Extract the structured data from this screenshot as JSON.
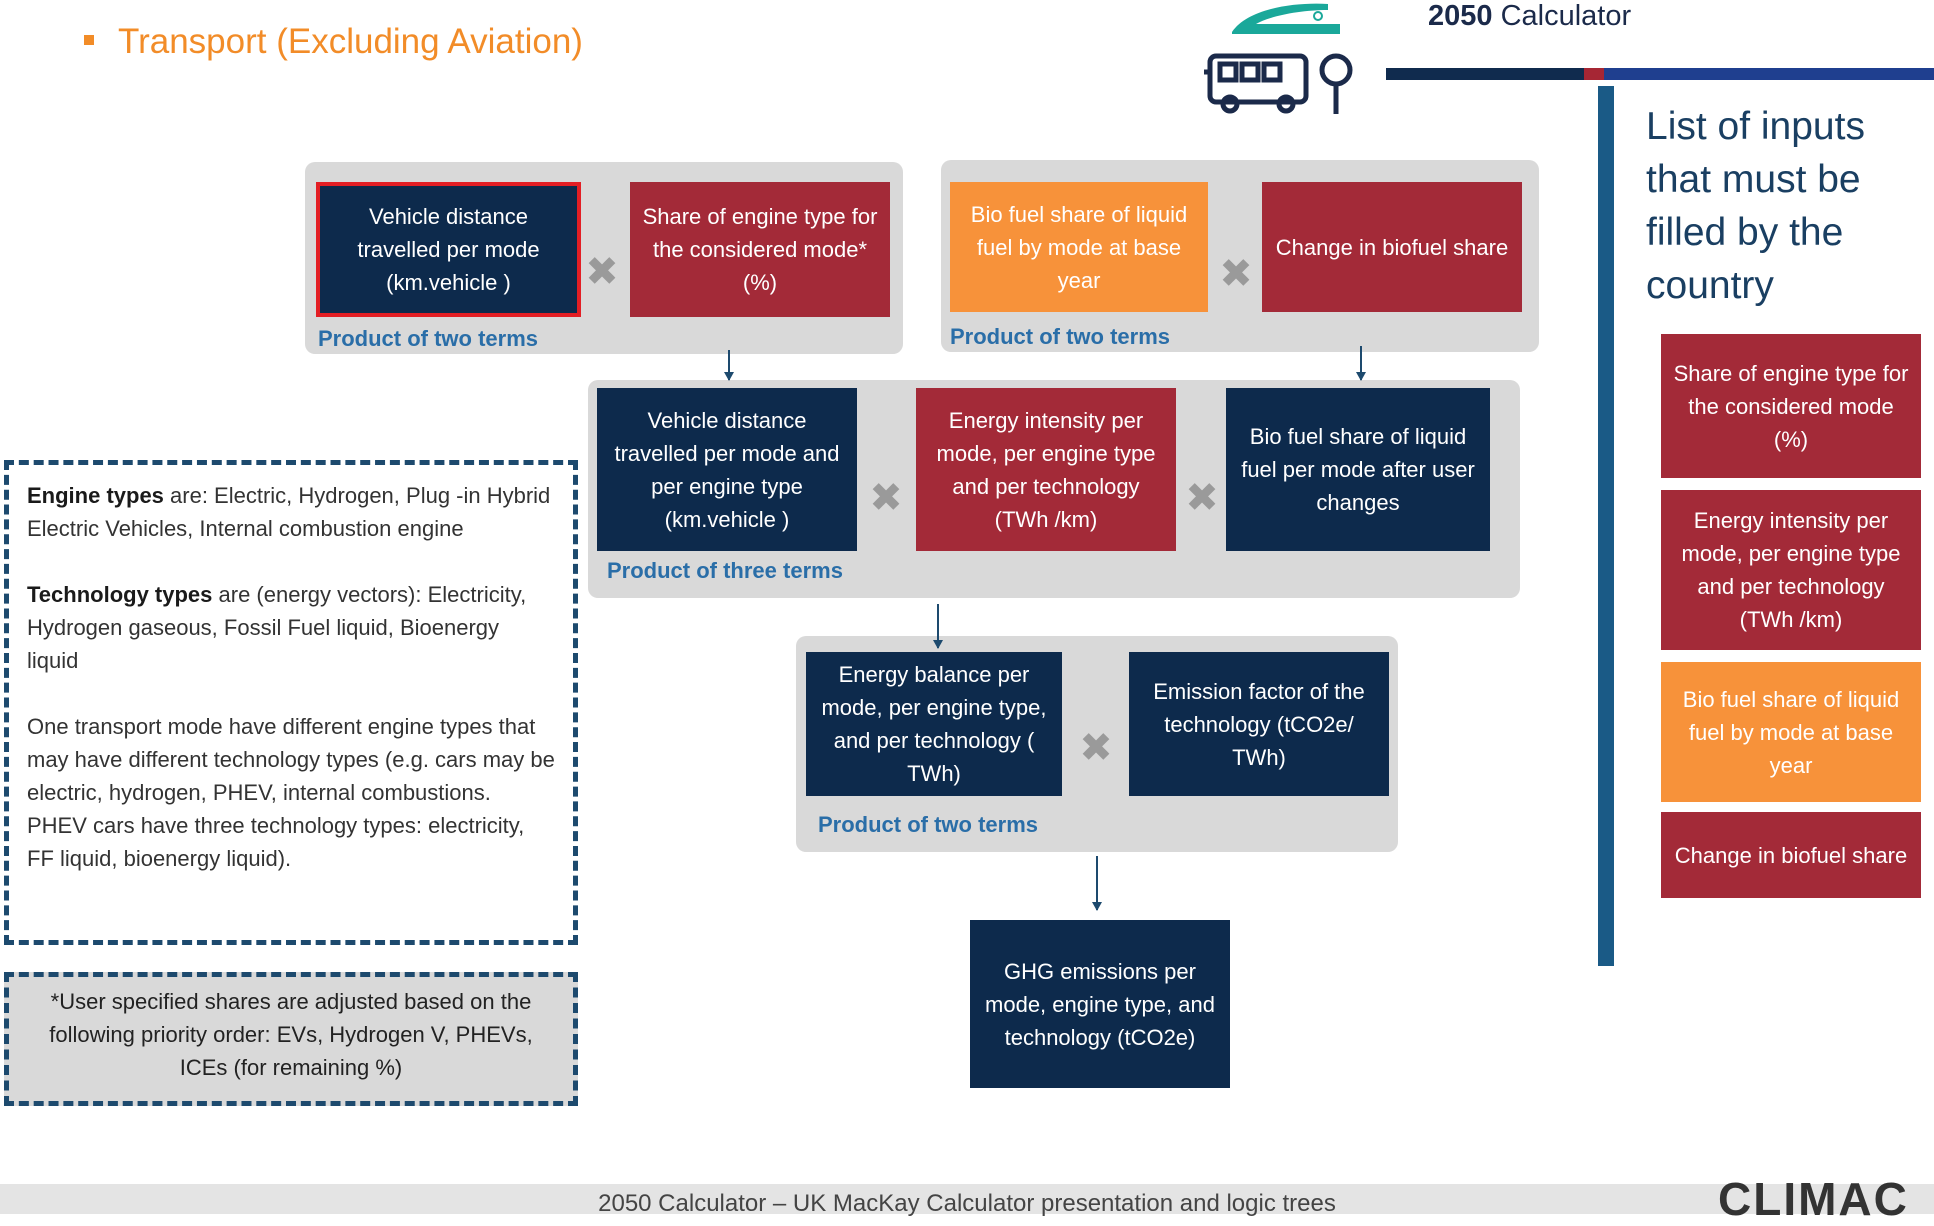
{
  "header": {
    "title": "Transport (Excluding Aviation)",
    "brand_bold": "2050",
    "brand_rest": "Calculator"
  },
  "colors": {
    "title_orange": "#f28c28",
    "navy": "#0d2a4c",
    "red": "#a32a38",
    "orange": "#f7923a",
    "group_gray": "#d9d9d9",
    "label_blue": "#2a6ea8"
  },
  "icons": [
    "car-icon",
    "bus-icon",
    "map-pin-icon",
    "multiply-icon",
    "arrow-down-icon"
  ],
  "diagram": {
    "group1": {
      "label": "Product of two terms",
      "box_a": "Vehicle distance travelled per mode (km.vehicle )",
      "box_b": "Share of engine type for the considered mode* (%)"
    },
    "group2": {
      "label": "Product of two terms",
      "box_a": "Bio fuel share of liquid fuel by mode at base year",
      "box_b": "Change in biofuel share"
    },
    "group3": {
      "label": "Product of three terms",
      "box_a": "Vehicle distance travelled per mode and per engine type (km.vehicle )",
      "box_b": "Energy intensity per mode, per engine type and per technology (TWh /km)",
      "box_c": "Bio fuel share of liquid fuel per mode after user changes"
    },
    "group4": {
      "label": "Product of two terms",
      "box_a": "Energy balance per mode, per engine type, and per technology ( TWh)",
      "box_b": "Emission factor of the technology (tCO2e/ TWh)"
    },
    "result": "GHG emissions per mode, engine type, and technology (tCO2e)"
  },
  "notes": {
    "engine_label": "Engine types",
    "engine_text": " are: Electric, Hydrogen, Plug -in Hybrid Electric Vehicles, Internal combustion engine",
    "tech_label": "Technology types",
    "tech_text": " are (energy vectors): Electricity, Hydrogen gaseous, Fossil Fuel liquid, Bioenergy liquid",
    "mode_text": "One transport mode have different engine types that may have different technology types (e.g. cars may be electric, hydrogen, PHEV, internal combustions. PHEV cars have three technology types: electricity, FF liquid, bioenergy liquid).",
    "priority_text": "*User specified shares are adjusted based on the following priority order: EVs, Hydrogen V, PHEVs, ICEs (for remaining %)"
  },
  "inputs_panel": {
    "title": "List of inputs that must be filled by the country",
    "items": [
      "Share of engine type for the considered mode (%)",
      "Energy intensity per mode, per engine type and per technology (TWh /km)",
      "Bio fuel share of liquid fuel by mode at base year",
      "Change in biofuel share"
    ]
  },
  "footer": {
    "text": "2050 Calculator – UK MacKay Calculator presentation and logic trees",
    "logo": "CLIMAC"
  }
}
